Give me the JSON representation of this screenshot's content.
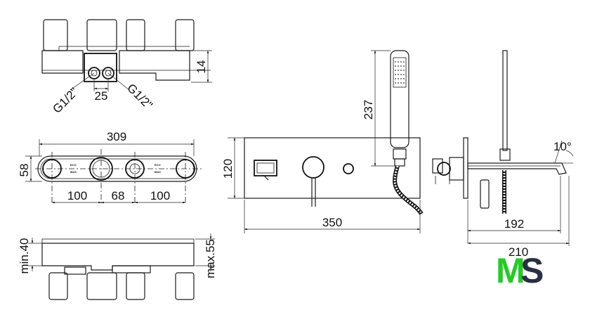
{
  "dimensions": {
    "top_height": "14",
    "pipe_spacing": "25",
    "thread_left": "G1/2\"",
    "thread_right": "G1/2\"",
    "body_width": "309",
    "body_depth": "58",
    "spacing_1": "100",
    "spacing_2": "68",
    "spacing_3": "100",
    "min_depth": "min.40",
    "max_depth": "max.55",
    "hose_height": "237",
    "plate_height": "120",
    "plate_width": "350",
    "angle": "10°",
    "spout_length": "192",
    "total_projection": "210"
  },
  "body_labels": {
    "label_a": "ECO",
    "label_b": "MAX"
  },
  "logo": {
    "letter_1": "M",
    "letter_2": "S",
    "color_1": "#22cc22",
    "color_2": "#2b2f44"
  }
}
